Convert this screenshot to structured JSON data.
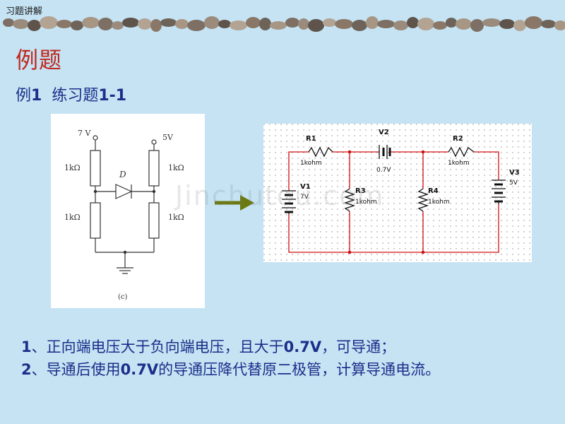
{
  "header": {
    "label": "习题讲解"
  },
  "slide": {
    "title": "例题",
    "subtitle_prefix": "例",
    "subtitle_num": "1",
    "subtitle_mid": "  练习题",
    "subtitle_id": "1-1"
  },
  "schematic_left": {
    "v_top_left": "7 V",
    "v_top_right": "5V",
    "r_ul": "1kΩ",
    "r_ur": "1kΩ",
    "r_ll": "1kΩ",
    "r_lr": "1kΩ",
    "diode": "D",
    "caption": "(c)"
  },
  "schematic_right": {
    "r1_name": "R1",
    "r1_val": "1kohm",
    "v2_name": "V2",
    "v2_val": "0.7V",
    "r2_name": "R2",
    "r2_val": "1kohm",
    "v3_name": "V3",
    "v3_val": "5V",
    "v1_name": "V1",
    "v1_val": "7V",
    "r3_name": "R3",
    "r3_val": "1kohm",
    "r4_name": "R4",
    "r4_val": "1kohm"
  },
  "watermark": "Jinchutou.com",
  "notes": {
    "n1_idx": "1",
    "n1_text_a": "、正向端电压大于负向端电压，且大于",
    "n1_bold": "0.7V",
    "n1_text_b": "，可导通；",
    "n2_idx": "2",
    "n2_text_a": "、导通后使用",
    "n2_bold": "0.7V",
    "n2_text_b": "的导通压降代替原二极管，计算导通电流。"
  },
  "colors": {
    "background": "#c5e3f3",
    "title": "#c0281e",
    "text": "#1a2f8a",
    "wire_red": "#d01010",
    "arrow": "#6b7a10"
  }
}
